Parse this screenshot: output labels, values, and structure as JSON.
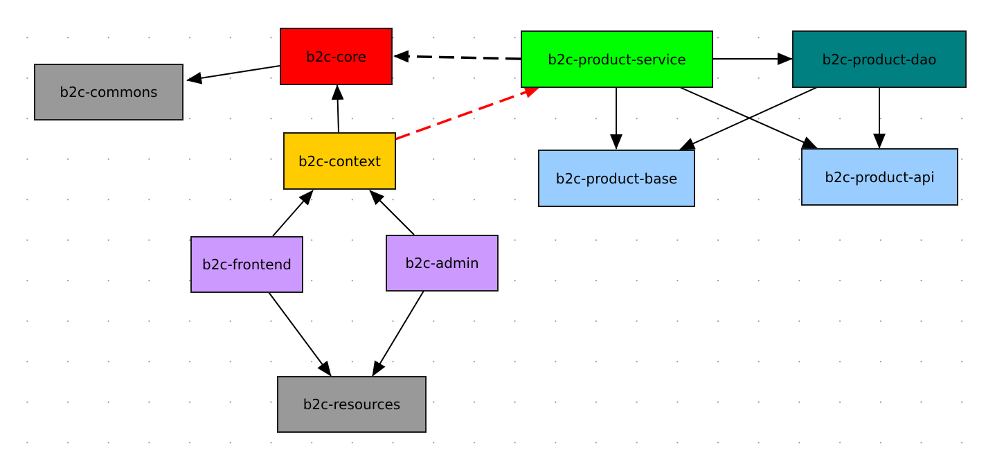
{
  "nodes": {
    "core": {
      "label": "b2c-core",
      "color": "#ff0000"
    },
    "commons": {
      "label": "b2c-commons",
      "color": "#999999"
    },
    "context": {
      "label": "b2c-context",
      "color": "#ffcc00"
    },
    "frontend": {
      "label": "b2c-frontend",
      "color": "#cc99ff"
    },
    "admin": {
      "label": "b2c-admin",
      "color": "#cc99ff"
    },
    "resources": {
      "label": "b2c-resources",
      "color": "#999999"
    },
    "product_service": {
      "label": "b2c-product-service",
      "color": "#00ff00"
    },
    "product_dao": {
      "label": "b2c-product-dao",
      "color": "#008080"
    },
    "product_base": {
      "label": "b2c-product-base",
      "color": "#99ccff"
    },
    "product_api": {
      "label": "b2c-product-api",
      "color": "#99ccff"
    }
  },
  "edges": [
    {
      "from": "b2c-core",
      "to": "b2c-commons",
      "style": "solid",
      "color": "#000000"
    },
    {
      "from": "b2c-product-service",
      "to": "b2c-core",
      "style": "dashed",
      "color": "#000000"
    },
    {
      "from": "b2c-context",
      "to": "b2c-core",
      "style": "solid",
      "color": "#000000"
    },
    {
      "from": "b2c-context",
      "to": "b2c-product-service",
      "style": "dashed",
      "color": "#ff0000"
    },
    {
      "from": "b2c-product-service",
      "to": "b2c-product-dao",
      "style": "solid",
      "color": "#000000"
    },
    {
      "from": "b2c-product-service",
      "to": "b2c-product-base",
      "style": "solid",
      "color": "#000000"
    },
    {
      "from": "b2c-product-service",
      "to": "b2c-product-api",
      "style": "solid",
      "color": "#000000"
    },
    {
      "from": "b2c-product-dao",
      "to": "b2c-product-base",
      "style": "solid",
      "color": "#000000"
    },
    {
      "from": "b2c-product-dao",
      "to": "b2c-product-api",
      "style": "solid",
      "color": "#000000"
    },
    {
      "from": "b2c-frontend",
      "to": "b2c-context",
      "style": "solid",
      "color": "#000000"
    },
    {
      "from": "b2c-admin",
      "to": "b2c-context",
      "style": "solid",
      "color": "#000000"
    },
    {
      "from": "b2c-frontend",
      "to": "b2c-resources",
      "style": "solid",
      "color": "#000000"
    },
    {
      "from": "b2c-admin",
      "to": "b2c-resources",
      "style": "solid",
      "color": "#000000"
    }
  ]
}
